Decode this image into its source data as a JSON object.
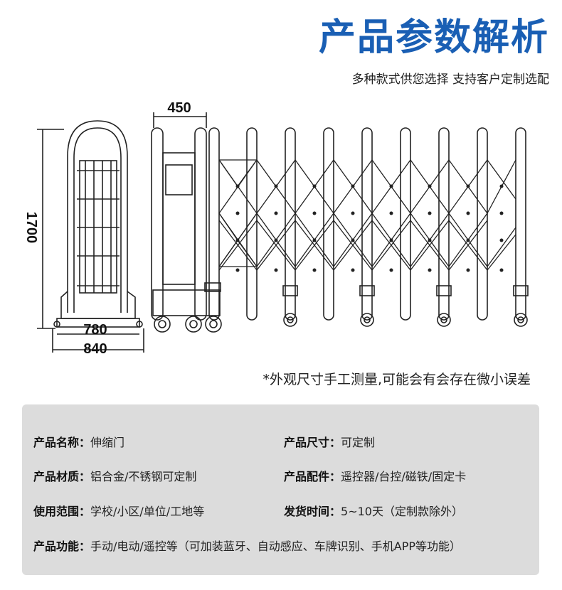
{
  "header": {
    "title": "产品参数解析",
    "subtitle": "多种款式供您选择 支持客户定制选配"
  },
  "dimensions": {
    "width_top": "450",
    "height_side": "1700",
    "base_inner": "780",
    "base_outer": "840"
  },
  "disclaimer": "*外观尺寸手工测量,可能会有会存在微小误差",
  "specs": {
    "name": {
      "label": "产品名称：",
      "value": "伸缩门"
    },
    "size": {
      "label": "产品尺寸：",
      "value": "可定制"
    },
    "material": {
      "label": "产品材质：",
      "value": "铝合金/不锈钢可定制"
    },
    "accessories": {
      "label": "产品配件：",
      "value": "遥控器/台控/磁铁/固定卡"
    },
    "scope": {
      "label": "使用范围：",
      "value": "学校/小区/单位/工地等"
    },
    "delivery": {
      "label": "发货时间：",
      "value": "5~10天（定制款除外）"
    },
    "function": {
      "label": "产品功能：",
      "value": "手动/电动/遥控等（可加装蓝牙、自动感应、车牌识别、手机APP等功能）"
    }
  },
  "colors": {
    "title": "#1a5fb4",
    "panel_bg": "#dcdcdc"
  }
}
